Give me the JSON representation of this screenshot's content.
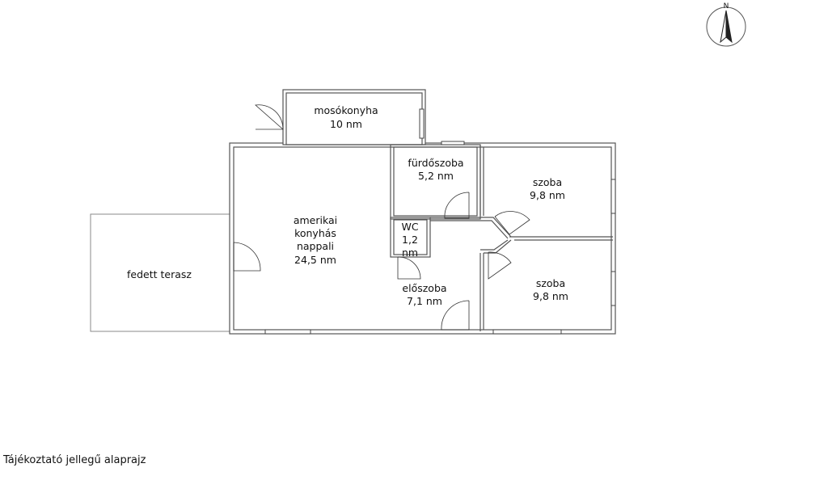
{
  "compass": {
    "north_label": "N"
  },
  "rooms": {
    "mosokonyha": {
      "name": "mosókonyha",
      "area": "10 nm"
    },
    "furdoszoba": {
      "name": "fürdőszoba",
      "area": "5,2 nm"
    },
    "szoba1": {
      "name": "szoba",
      "area": "9,8 nm"
    },
    "nappali": {
      "line1": "amerikai",
      "line2": "konyhás",
      "line3": "nappali",
      "area": "24,5 nm"
    },
    "wc": {
      "name": "WC",
      "area_num": "1,2",
      "area_unit": "nm"
    },
    "eloszoba": {
      "name": "előszoba",
      "area": "7,1 nm"
    },
    "szoba2": {
      "name": "szoba",
      "area": "9,8 nm"
    },
    "terasz": {
      "name": "fedett terasz"
    }
  },
  "caption": "Tájékoztató jellegű alaprajz"
}
